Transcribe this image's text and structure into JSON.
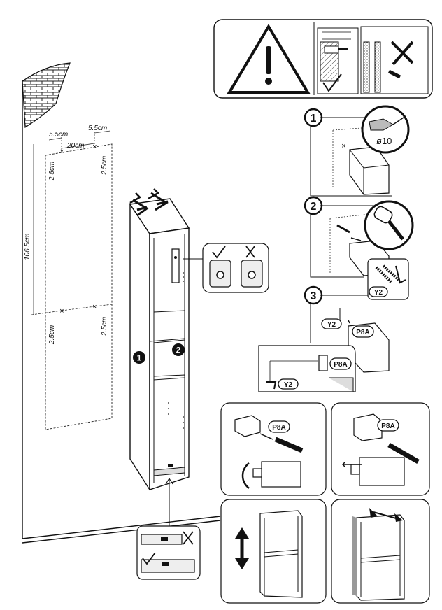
{
  "dimensions": {
    "top_left": "5.5cm",
    "top_right": "5.5cm",
    "between": "20cm",
    "drop_left": "2.5cm",
    "drop_right": "2.5cm",
    "height": "106.5cm",
    "bottom_left": "2.5cm",
    "bottom_right": "2.5cm"
  },
  "steps": {
    "one": "1",
    "two": "2",
    "three": "3",
    "drill_size": "ø10"
  },
  "parts": {
    "y2": "Y2",
    "p8a": "P8A"
  },
  "marks": {
    "panel_one": "1",
    "panel_two": "2"
  }
}
